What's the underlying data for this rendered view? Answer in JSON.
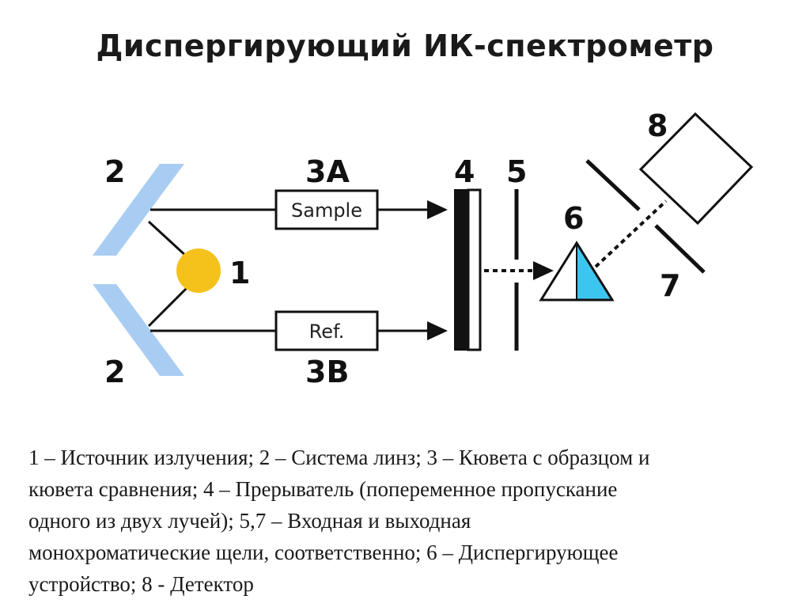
{
  "title": "Диспергирующий ИК-спектрометр",
  "diagram": {
    "labels": {
      "mirror_top": "2",
      "mirror_bottom": "2",
      "source": "1",
      "sample_cell": "3A",
      "reference_cell": "3B",
      "chopper": "4",
      "entrance_slit": "5",
      "prism": "6",
      "exit_slit": "7",
      "detector": "8"
    },
    "boxes": {
      "sample": "Sample",
      "reference": "Ref."
    },
    "colors": {
      "mirror": "#a9cdf2",
      "source": "#f5c21b",
      "prism_fill": "#3cc6ef",
      "stroke": "#111111"
    }
  },
  "caption": [
    "1 – Источник излучения; 2 – Система линз; 3 – Кювета с образцом и",
    "кювета сравнения; 4 – Прерыватель (попеременное пропускание",
    "одного из двух лучей); 5,7 – Входная и выходная",
    "монохроматические щели, соответственно; 6 – Диспергирующее",
    "устройство; 8 - Детектор"
  ]
}
